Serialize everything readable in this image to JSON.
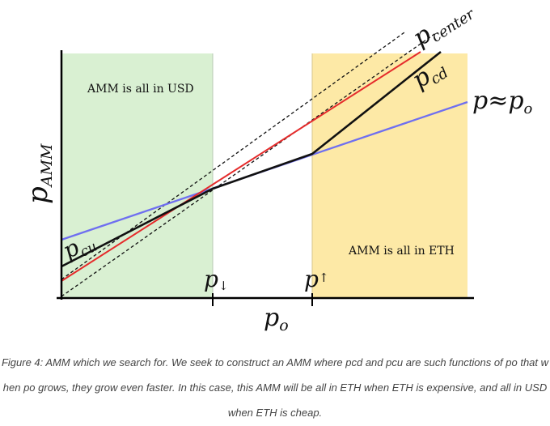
{
  "figure": {
    "region_left_label": "AMM is all in USD",
    "region_right_label": "AMM is all in ETH",
    "y_axis_label": {
      "main": "p",
      "sub": "AMM"
    },
    "x_axis_label": {
      "main": "p",
      "sub": "o"
    },
    "tick_low": {
      "main": "p",
      "sub": "↓"
    },
    "tick_high": {
      "main": "p",
      "sub": "↑"
    },
    "curve_center_label": {
      "main": "p",
      "sub": "center"
    },
    "curve_cd_label": {
      "main": "p",
      "sub": "cd"
    },
    "curve_cu_label": {
      "main": "p",
      "sub": "cu"
    },
    "curve_blue_label": {
      "main": "p≈p",
      "sub": "o"
    },
    "colors": {
      "usd_region": "#d9f0d2",
      "eth_region": "#fde9a6",
      "center_line": "#e52b2b",
      "reference_line": "#6f6ff0",
      "amm_curve": "#111111"
    }
  },
  "caption": {
    "line1": "Figure 4: AMM which we search for. We seek to construct an AMM where pcd and pcu are such functions of po that w",
    "line2": "hen po grows, they grow even faster. In this case, this AMM will be all in ETH when ETH is expensive, and all in USD",
    "line3": "when ETH is cheap."
  }
}
